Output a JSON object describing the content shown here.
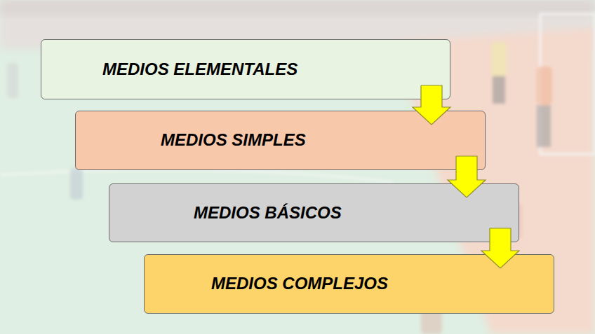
{
  "diagram": {
    "nodes": [
      {
        "text": [
          "MEDIOS ELEMENTALES"
        ]
      },
      {
        "text": [
          "MEDIOS SIMPLES"
        ]
      },
      {
        "text": [
          "MEDIOS BÁSICOS"
        ]
      },
      {
        "text": [
          "MEDIOS COMPLEJOS"
        ]
      }
    ],
    "edges": [
      {
        "from": 0,
        "to": 1,
        "arrow": "to"
      },
      {
        "from": 1,
        "to": 2,
        "arrow": "to"
      },
      {
        "from": 2,
        "to": 3,
        "arrow": "to"
      }
    ]
  }
}
